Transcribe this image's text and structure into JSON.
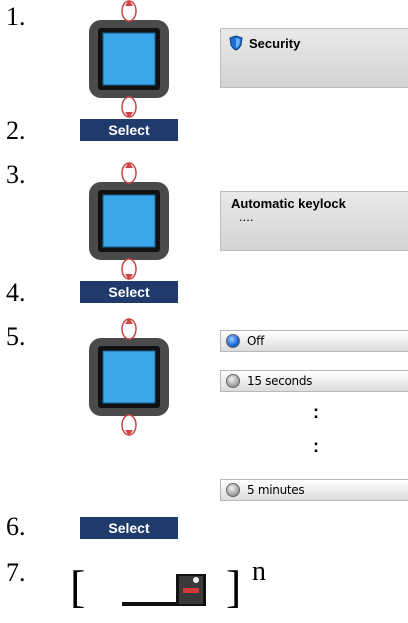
{
  "steps": [
    "1.",
    "2.",
    "3.",
    "4.",
    "5.",
    "6.",
    "7."
  ],
  "select_label": "Select",
  "screen_security": {
    "title": "Security",
    "icon": "shield-icon"
  },
  "screen_keylock": {
    "title": "Automatic keylock",
    "value": "...."
  },
  "options": [
    {
      "label": "Off",
      "selected": true
    },
    {
      "label": "15 seconds",
      "selected": false
    },
    {
      "label": "5 minutes",
      "selected": false
    }
  ],
  "ellipsis_marks": [
    ":",
    ":"
  ],
  "repeat": {
    "open": "[",
    "close": "]",
    "exponent": "n"
  },
  "colors": {
    "select_bg": "#1f3b6b",
    "screen_blue": "#3aa8e8",
    "key_red": "#d23a3a"
  }
}
